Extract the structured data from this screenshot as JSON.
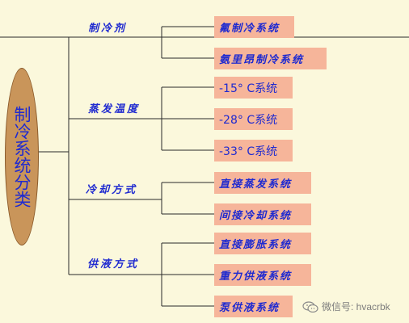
{
  "root_label": "制冷系统分类",
  "categories": [
    {
      "label": "制冷剂",
      "items": [
        "氟制冷系统",
        "氨里昂制冷系统"
      ]
    },
    {
      "label": "蒸发温度",
      "items": [
        "-15° C系统",
        "-28° C系统",
        "-33° C系统"
      ]
    },
    {
      "label": "冷却方式",
      "items": [
        "直接蒸发系统",
        "间接冷却系统"
      ]
    },
    {
      "label": "供液方式",
      "items": [
        "直接膨胀系统",
        "重力供液系统",
        "泵供液系统"
      ]
    }
  ],
  "watermark": "微信号: hvacrbk",
  "colors": {
    "background": "#fbf8dc",
    "line": "#2a2a2a",
    "leaf_fill": "#f6b59a",
    "text": "#1f2ad0",
    "root_fill": "#c9955a"
  }
}
